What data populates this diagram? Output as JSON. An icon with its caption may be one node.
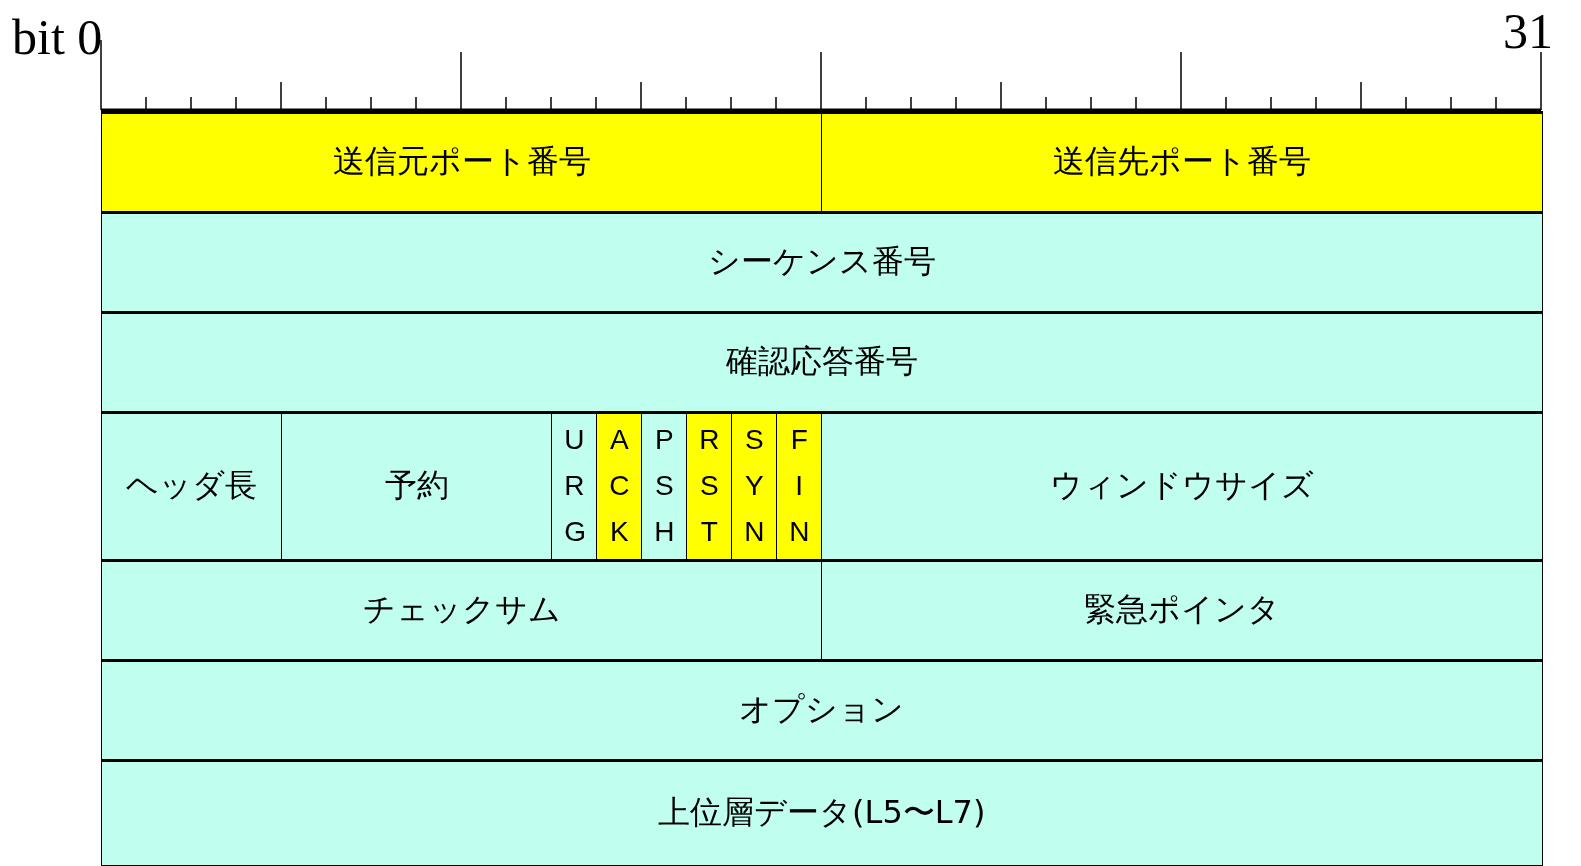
{
  "diagram": {
    "nodes": [
      {
        "text": [
          "送信元ポート番号"
        ]
      },
      {
        "text": [
          "送信先ポート番号"
        ]
      },
      {
        "text": [
          "シーケンス番号"
        ]
      },
      {
        "text": [
          "確認応答番号"
        ]
      },
      {
        "text": [
          "ヘッダ長"
        ]
      },
      {
        "text": [
          "予約"
        ]
      },
      {
        "text": [
          "URG"
        ]
      },
      {
        "text": [
          "ACK"
        ]
      },
      {
        "text": [
          "PSH"
        ]
      },
      {
        "text": [
          "RST"
        ]
      },
      {
        "text": [
          "SYN"
        ]
      },
      {
        "text": [
          "FIN"
        ]
      },
      {
        "text": [
          "ウィンドウサイズ"
        ]
      },
      {
        "text": [
          "チェックサム"
        ]
      },
      {
        "text": [
          "緊急ポインタ"
        ]
      },
      {
        "text": [
          "オプション"
        ]
      },
      {
        "text": [
          "上位層データ(L5〜L7)"
        ]
      }
    ],
    "edges": [],
    "labels": [
      "bit 0",
      "31"
    ]
  }
}
